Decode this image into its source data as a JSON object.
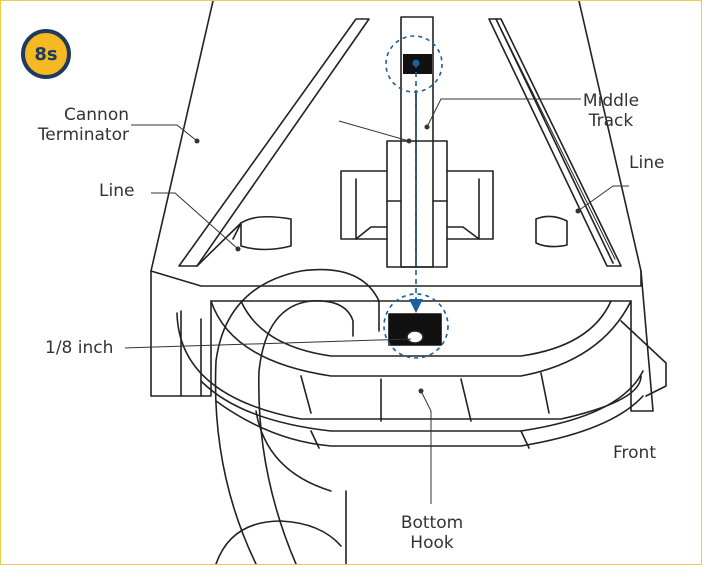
{
  "step_badge": "8s",
  "labels": {
    "cannon_terminator_line1": "Cannon",
    "cannon_terminator_line2": "Terminator",
    "line_left": "Line",
    "middle_track_line1": "Middle",
    "middle_track_line2": "Track",
    "line_right": "Line",
    "one_eighth_inch": "1/8 inch",
    "front": "Front",
    "bottom_hook_line1": "Bottom",
    "bottom_hook_line2": "Hook"
  },
  "colors": {
    "border": "#f2c94c",
    "badge_fill": "#f5b921",
    "badge_ring": "#1e3b5f",
    "arrow": "#1a5fa0",
    "ink": "#222222"
  }
}
